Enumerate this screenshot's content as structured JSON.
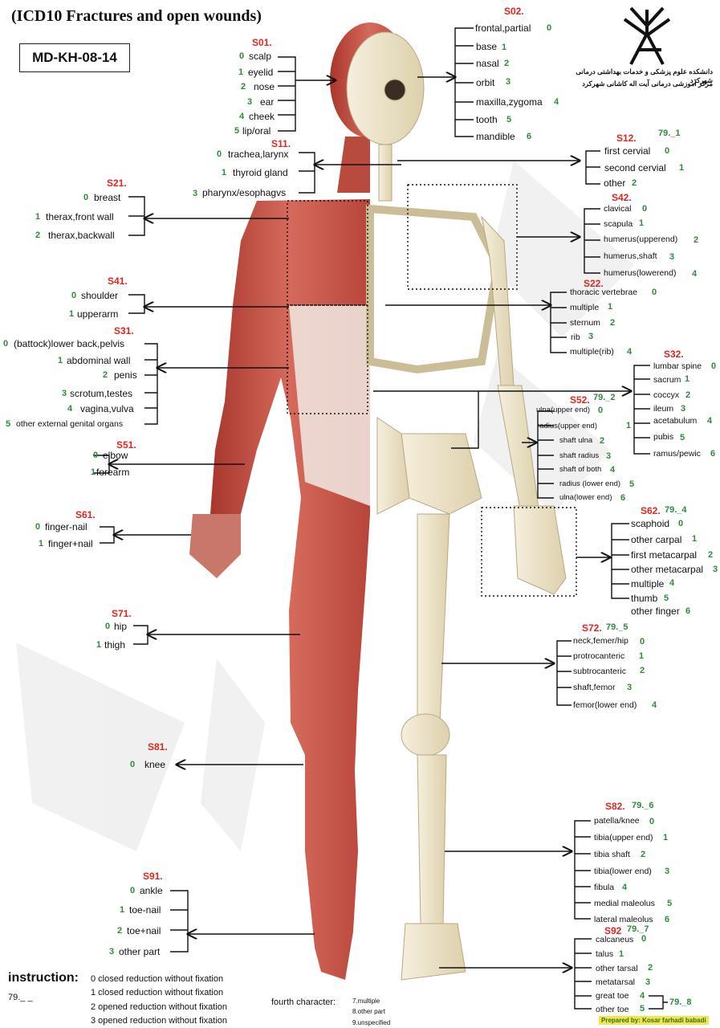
{
  "title": "(ICD10 Fractures and open wounds)",
  "code": "MD-KH-08-14",
  "logo": {
    "line1": "دانشکده علوم پزشکی و خدمات بهداشتی درمانی شهرکرد",
    "line2": "مرکز آموزشی درمانی آیت اله کاشانی شهرکرد",
    "icon": "tree-of-life-logo"
  },
  "colors": {
    "section": "#e0261e",
    "number": "#2e8b3a",
    "line": "#111111",
    "muscle": "#c0453a",
    "bone": "#ece3c8"
  },
  "groups": {
    "S01": {
      "label": "S01.",
      "items": [
        {
          "n": "0",
          "t": "scalp"
        },
        {
          "n": "1",
          "t": "eyelid"
        },
        {
          "n": "2",
          "t": "nose"
        },
        {
          "n": "3",
          "t": "ear"
        },
        {
          "n": "4",
          "t": "cheek"
        },
        {
          "n": "5",
          "t": "lip/oral"
        }
      ]
    },
    "S02": {
      "label": "S02.",
      "items": [
        {
          "n": "0",
          "t": "frontal,partial"
        },
        {
          "n": "1",
          "t": "base"
        },
        {
          "n": "2",
          "t": "nasal"
        },
        {
          "n": "3",
          "t": "orbit"
        },
        {
          "n": "4",
          "t": "maxilla,zygoma"
        },
        {
          "n": "5",
          "t": "tooth"
        },
        {
          "n": "6",
          "t": "mandible"
        }
      ]
    },
    "S11": {
      "label": "S11.",
      "items": [
        {
          "n": "0",
          "t": "trachea,larynx"
        },
        {
          "n": "1",
          "t": "thyroid gland"
        },
        {
          "n": "3",
          "t": "pharynx/esophagvs"
        }
      ]
    },
    "S12": {
      "label": "S12.",
      "alt": "79._1",
      "items": [
        {
          "n": "0",
          "t": "first cervial"
        },
        {
          "n": "1",
          "t": "second cervial"
        },
        {
          "n": "2",
          "t": "other"
        }
      ]
    },
    "S21": {
      "label": "S21.",
      "items": [
        {
          "n": "0",
          "t": "breast"
        },
        {
          "n": "1",
          "t": "therax,front wall"
        },
        {
          "n": "2",
          "t": "therax,backwall"
        }
      ]
    },
    "S42": {
      "label": "S42.",
      "items": [
        {
          "n": "0",
          "t": "clavical"
        },
        {
          "n": "1",
          "t": "scapula"
        },
        {
          "n": "2",
          "t": "humerus(upperend)"
        },
        {
          "n": "3",
          "t": "humerus,shaft"
        },
        {
          "n": "4",
          "t": "humerus(lowerend)"
        }
      ]
    },
    "S41": {
      "label": "S41.",
      "items": [
        {
          "n": "0",
          "t": "shoulder"
        },
        {
          "n": "1",
          "t": "upperarm"
        }
      ]
    },
    "S22": {
      "label": "S22.",
      "items": [
        {
          "n": "0",
          "t": "thoracic vertebrae"
        },
        {
          "n": "1",
          "t": "multiple"
        },
        {
          "n": "2",
          "t": "sternum"
        },
        {
          "n": "3",
          "t": "rib"
        },
        {
          "n": "4",
          "t": "multiple(rib)"
        }
      ]
    },
    "S31": {
      "label": "S31.",
      "items": [
        {
          "n": "0",
          "t": "(battock)lower back,pelvis"
        },
        {
          "n": "1",
          "t": "abdominal wall"
        },
        {
          "n": "2",
          "t": "penis"
        },
        {
          "n": "3",
          "t": "scrotum,testes"
        },
        {
          "n": "4",
          "t": "vagina,vulva"
        },
        {
          "n": "5",
          "t": "other external genital organs"
        }
      ]
    },
    "S32": {
      "label": "S32.",
      "items": [
        {
          "n": "0",
          "t": "lumbar spine"
        },
        {
          "n": "1",
          "t": "sacrum"
        },
        {
          "n": "2",
          "t": "coccyx"
        },
        {
          "n": "3",
          "t": "ileum"
        },
        {
          "n": "4",
          "t": "acetabulum"
        },
        {
          "n": "5",
          "t": "pubis"
        },
        {
          "n": "6",
          "t": "ramus/pewic"
        }
      ]
    },
    "S52": {
      "label": "S52.",
      "alt": "79._2",
      "items": [
        {
          "n": "0",
          "t": "ulna(upper end)"
        },
        {
          "n": "1",
          "t": "radius(upper end)"
        },
        {
          "n": "2",
          "t": "shaft ulna"
        },
        {
          "n": "3",
          "t": "shaft radius"
        },
        {
          "n": "4",
          "t": "shaft of both"
        },
        {
          "n": "5",
          "t": "radius (lower end)"
        },
        {
          "n": "6",
          "t": "ulna(lower end)"
        }
      ]
    },
    "S51": {
      "label": "S51.",
      "items": [
        {
          "n": "0",
          "t": "elbow"
        },
        {
          "n": "1",
          "t": "forearm"
        }
      ]
    },
    "S61": {
      "label": "S61.",
      "items": [
        {
          "n": "0",
          "t": "finger-nail"
        },
        {
          "n": "1",
          "t": "finger+nail"
        }
      ]
    },
    "S62": {
      "label": "S62.",
      "alt": "79._4",
      "items": [
        {
          "n": "0",
          "t": "scaphoid"
        },
        {
          "n": "1",
          "t": "other carpal"
        },
        {
          "n": "2",
          "t": "first metacarpal"
        },
        {
          "n": "3",
          "t": "other metacarpal"
        },
        {
          "n": "4",
          "t": "multiple"
        },
        {
          "n": "5",
          "t": "thumb"
        },
        {
          "n": "6",
          "t": "other finger"
        }
      ]
    },
    "S71": {
      "label": "S71.",
      "items": [
        {
          "n": "0",
          "t": "hip"
        },
        {
          "n": "1",
          "t": "thigh"
        }
      ]
    },
    "S72": {
      "label": "S72.",
      "alt": "79._5",
      "items": [
        {
          "n": "0",
          "t": "neck,femer/hip"
        },
        {
          "n": "1",
          "t": "protrocanteric"
        },
        {
          "n": "2",
          "t": "subtrocanteric"
        },
        {
          "n": "3",
          "t": "shaft,femor"
        },
        {
          "n": "4",
          "t": "femor(lower end)"
        }
      ]
    },
    "S81": {
      "label": "S81.",
      "items": [
        {
          "n": "0",
          "t": "knee"
        }
      ]
    },
    "S82": {
      "label": "S82.",
      "alt": "79._6",
      "items": [
        {
          "n": "0",
          "t": "patella/knee"
        },
        {
          "n": "1",
          "t": "tibia(upper end)"
        },
        {
          "n": "2",
          "t": "tibia shaft"
        },
        {
          "n": "3",
          "t": "tibia(lower end)"
        },
        {
          "n": "4",
          "t": "fibula"
        },
        {
          "n": "5",
          "t": "medial maleolus"
        },
        {
          "n": "6",
          "t": "lateral maleolus"
        }
      ]
    },
    "S91": {
      "label": "S91.",
      "items": [
        {
          "n": "0",
          "t": "ankle"
        },
        {
          "n": "1",
          "t": "toe-nail"
        },
        {
          "n": "2",
          "t": "toe+nail"
        },
        {
          "n": "3",
          "t": "other part"
        }
      ]
    },
    "S92": {
      "label": "S92",
      "alt": "79._7",
      "alt2": "79._8",
      "items": [
        {
          "n": "0",
          "t": "calcaneus"
        },
        {
          "n": "1",
          "t": "talus"
        },
        {
          "n": "2",
          "t": "other tarsal"
        },
        {
          "n": "3",
          "t": "metatarsal"
        },
        {
          "n": "4",
          "t": "great toe"
        },
        {
          "n": "5",
          "t": "other toe"
        }
      ]
    }
  },
  "instruction": {
    "heading": "instruction:",
    "code": "79._     _",
    "items": [
      "0 closed reduction without fixation",
      "1 closed reduction without fixation",
      "2 opened reduction without fixation",
      "3 opened reduction without fixation"
    ]
  },
  "fourth": {
    "label": "fourth character:",
    "items": [
      "7.multiple",
      "8.other part",
      "9.unspecified"
    ]
  },
  "prepared_by": "Prepared by: Kosar farhadi babadi"
}
